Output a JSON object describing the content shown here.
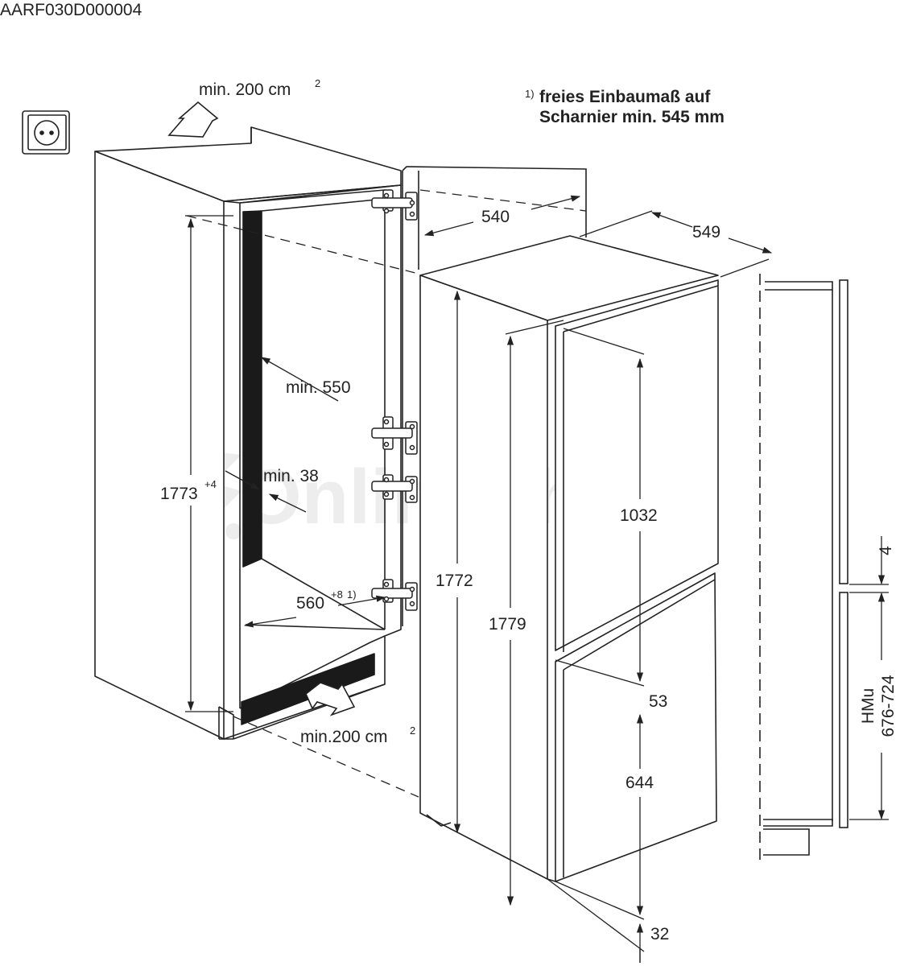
{
  "doc_code": "AARF030D000004",
  "watermark": "OnlineShop",
  "note": {
    "marker": "1)",
    "line1": "freies Einbaumaß auf",
    "line2": "Scharnier min. 545 mm"
  },
  "vent_top": {
    "label": "min. 200 cm",
    "sup": "2"
  },
  "vent_bottom": {
    "label": "min.200 cm",
    "sup": "2"
  },
  "dims": {
    "d540": "540",
    "d549": "549",
    "min550": "min. 550",
    "min38": "min. 38",
    "niche_height": "1773",
    "niche_height_tol": "+4",
    "niche_width": "560",
    "niche_width_tol": "+8",
    "niche_width_ref": "1)",
    "d1772": "1772",
    "d1779": "1779",
    "d1032": "1032",
    "d53": "53",
    "d644": "644",
    "d32": "32",
    "d4": "4",
    "hmu": "HMu",
    "hmu_range": "676-724"
  },
  "colors": {
    "line": "#222222",
    "watermark": "#ededed",
    "foam": "#1a1a1a"
  }
}
